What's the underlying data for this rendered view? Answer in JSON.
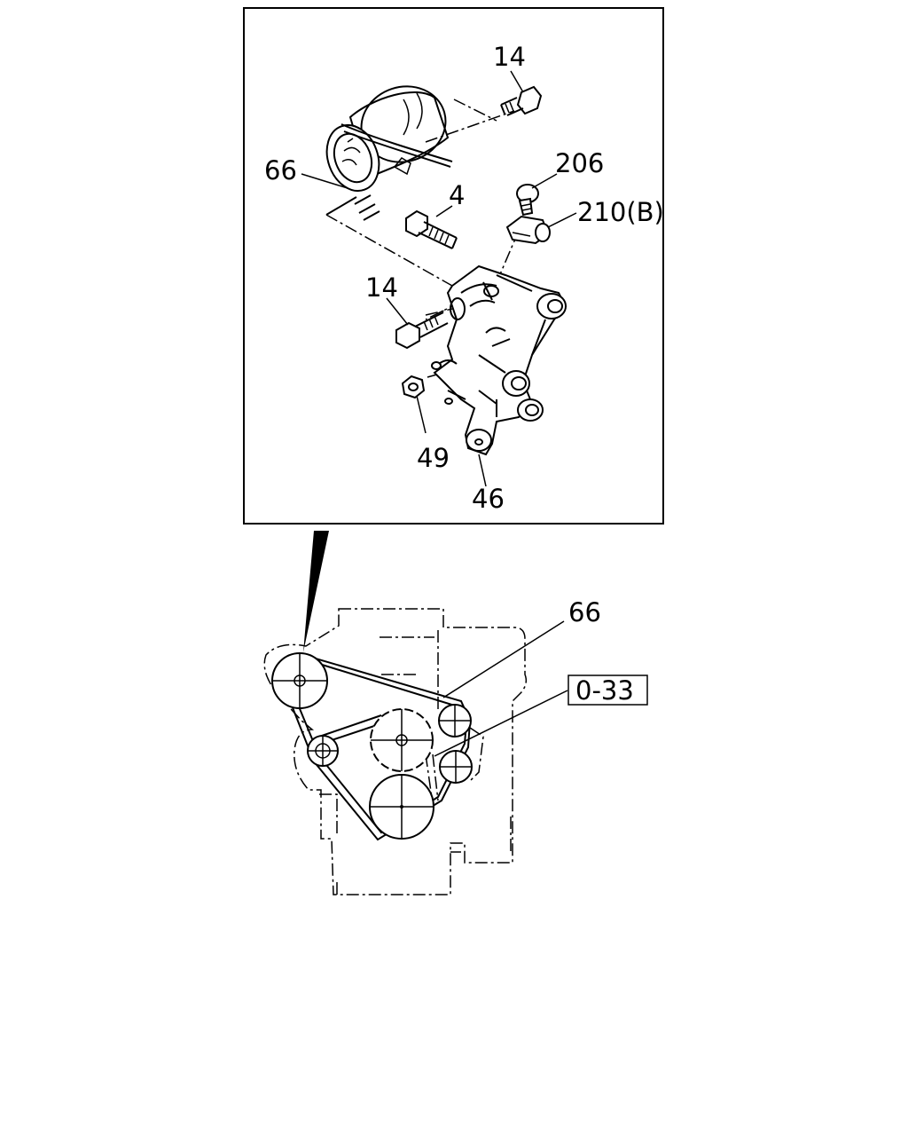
{
  "labels": {
    "bolt_top": "14",
    "belt_detail": "66",
    "plug_bolt": "206",
    "sensor": "210(B)",
    "bolt_long": "4",
    "bolt_left": "14",
    "nut": "49",
    "bracket": "46",
    "belt_engine": "66",
    "ref_box": "0-33"
  }
}
